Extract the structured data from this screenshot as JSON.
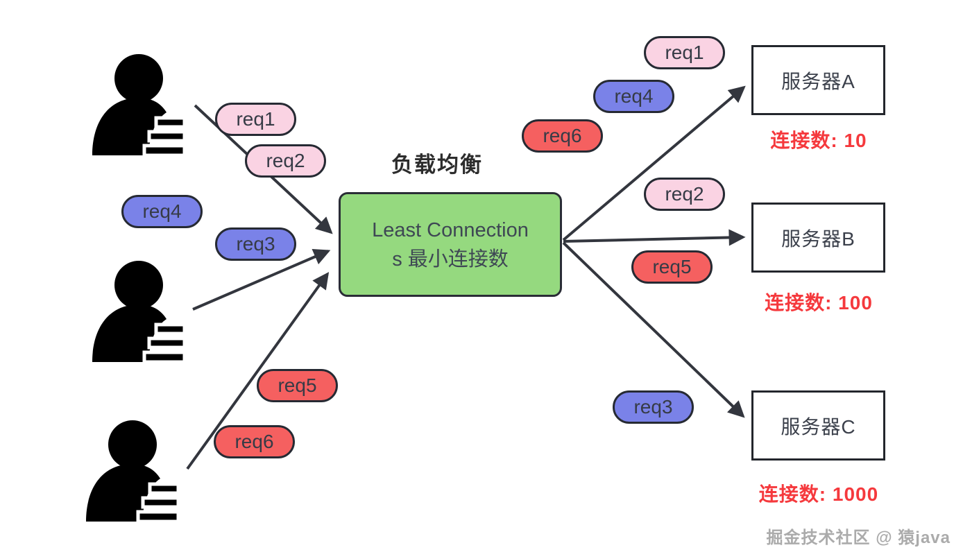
{
  "title": "负载均衡",
  "load_balancer": {
    "line1": "Least Connection",
    "line2": "s 最小连接数"
  },
  "users": [
    {
      "icon": "user-icon",
      "position": "top-left"
    },
    {
      "icon": "user-icon",
      "position": "middle-left"
    },
    {
      "icon": "user-icon",
      "position": "bottom-left"
    }
  ],
  "left_pills": [
    {
      "label": "req1",
      "color": "pink"
    },
    {
      "label": "req2",
      "color": "pink"
    },
    {
      "label": "req4",
      "color": "blue"
    },
    {
      "label": "req3",
      "color": "blue"
    },
    {
      "label": "req5",
      "color": "red"
    },
    {
      "label": "req6",
      "color": "red"
    }
  ],
  "right_pills": [
    {
      "label": "req1",
      "color": "pink"
    },
    {
      "label": "req4",
      "color": "blue"
    },
    {
      "label": "req6",
      "color": "red"
    },
    {
      "label": "req2",
      "color": "pink"
    },
    {
      "label": "req5",
      "color": "red"
    },
    {
      "label": "req3",
      "color": "blue"
    }
  ],
  "servers": [
    {
      "name": "服务器A",
      "connections": "连接数: 10"
    },
    {
      "name": "服务器B",
      "connections": "连接数: 100"
    },
    {
      "name": "服务器C",
      "connections": "连接数: 1000"
    }
  ],
  "watermark": "掘金技术社区 @ 猿java",
  "colors": {
    "pill_pink": "#FAD3E3",
    "pill_blue": "#7A82E8",
    "pill_red": "#F56060",
    "lb_green": "#95D97F",
    "border_dark": "#262A33",
    "arrow": "#33363E",
    "connections_red": "#F5393D",
    "text_dark": "#3A3F4A",
    "watermark_gray": "#ABABAB"
  }
}
